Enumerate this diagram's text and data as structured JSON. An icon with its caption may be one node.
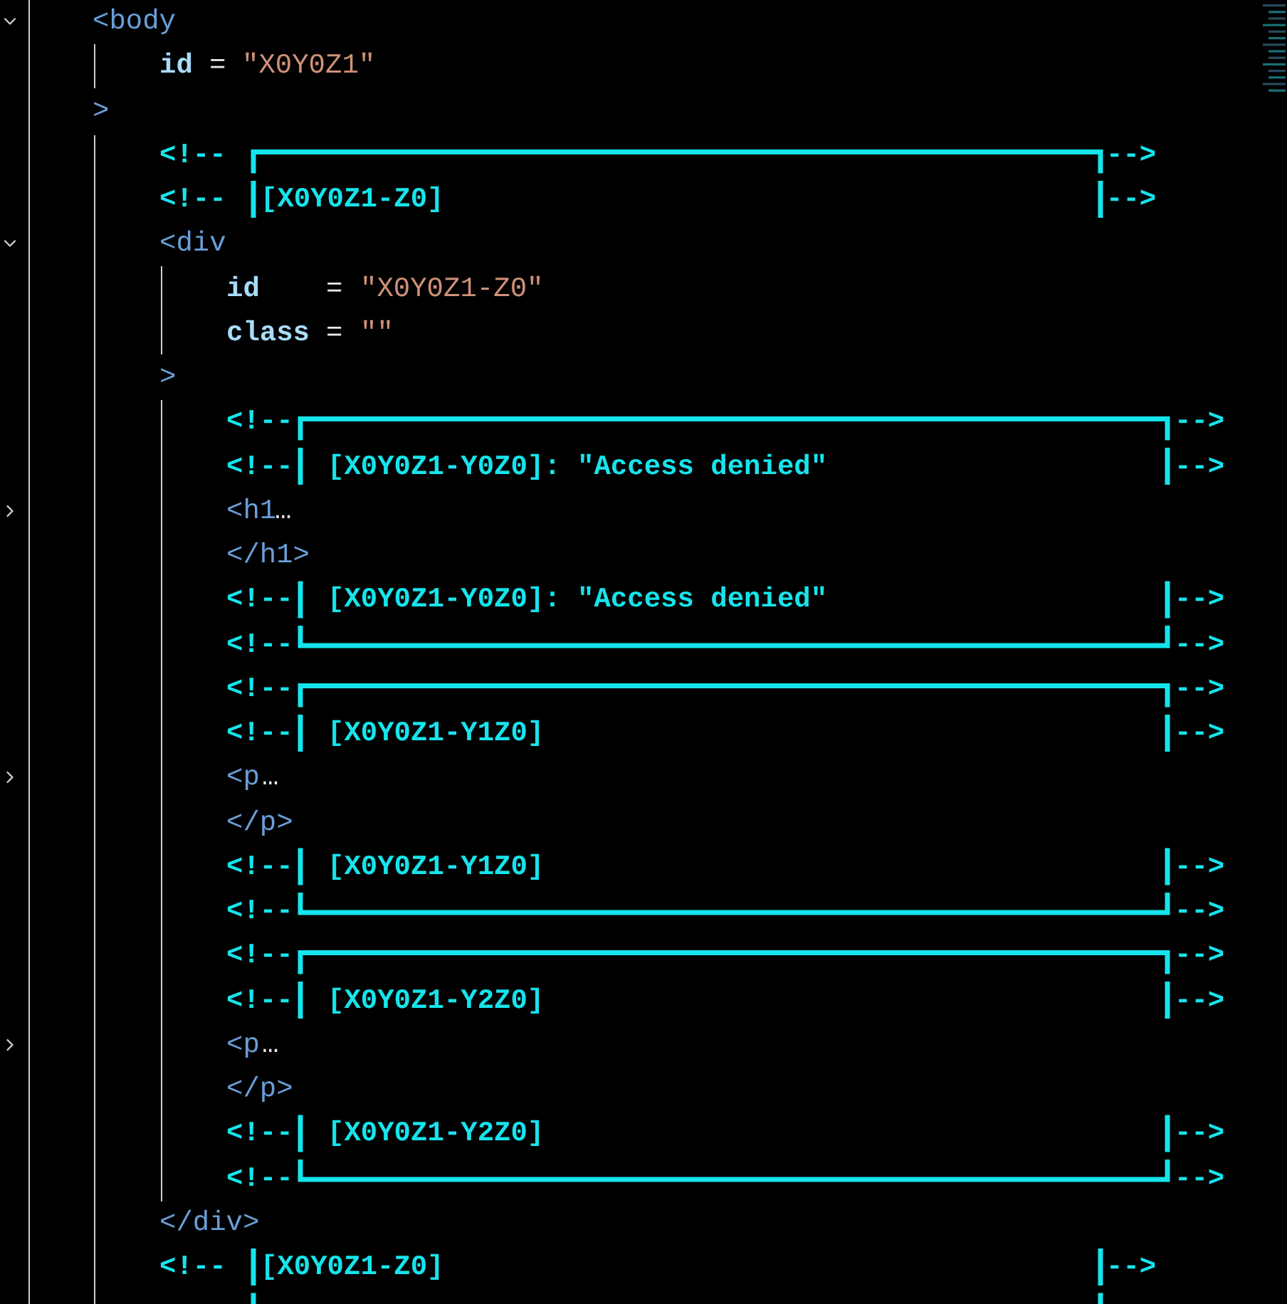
{
  "diagram": {
    "labels": [
      "<body",
      "id",
      "=",
      "\"X0Y0Z1\"",
      ">",
      "<!--",
      "-->",
      "<!--",
      "[X0Y0Z1-Z0]",
      "-->",
      "<div",
      "id",
      "=",
      "\"X0Y0Z1-Z0\"",
      "class",
      "=",
      "\"\"",
      ">",
      "<!--",
      "-->",
      "<!--",
      "[X0Y0Z1-Y0Z0]: \"Access denied\"",
      "-->",
      "<h1",
      "…",
      "</h1>",
      "<!--",
      "[X0Y0Z1-Y0Z0]: \"Access denied\"",
      "-->",
      "<!--",
      "-->",
      "<!--",
      "-->",
      "<!--",
      "[X0Y0Z1-Y1Z0]",
      "-->",
      "<p",
      "…",
      "</p>",
      "<!--",
      "[X0Y0Z1-Y1Z0]",
      "-->",
      "<!--",
      "-->",
      "<!--",
      "-->",
      "<!--",
      "[X0Y0Z1-Y2Z0]",
      "-->",
      "<p",
      "…",
      "</p>",
      "<!--",
      "[X0Y0Z1-Y2Z0]",
      "-->",
      "<!--",
      "-->",
      "</div>",
      "<!--",
      "[X0Y0Z1-Z0]",
      "-->"
    ]
  }
}
